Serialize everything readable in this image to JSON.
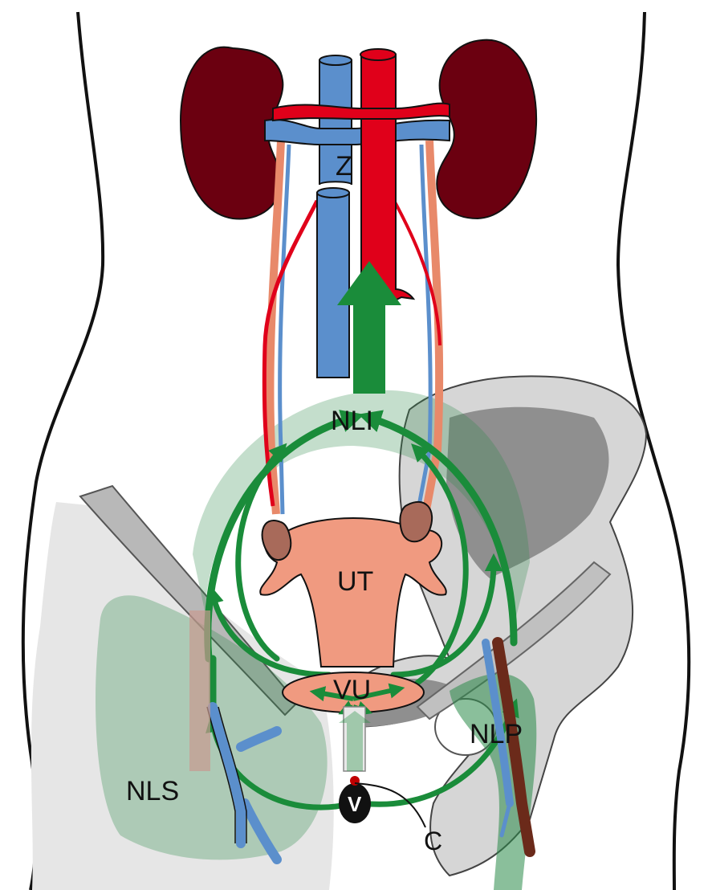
{
  "labels": {
    "z": "Z",
    "nli": "NLI",
    "ut": "UT",
    "vu": "VU",
    "nlp": "NLP",
    "nls": "NLS",
    "v": "V",
    "c": "C"
  },
  "colors": {
    "kidney": "#6b0010",
    "artery": "#e0001a",
    "vein": "#5b8fcc",
    "ovarian_vessel": "#e8896a",
    "uterus": "#f09a80",
    "ovary": "#a86a5a",
    "lymph_flow": "#1a8c3a",
    "lymph_zone": "#2a8a48",
    "pelvis_bone": "#8f8f8f",
    "pelvis_light": "#d6d6d6",
    "thigh_shade": "#e6e6e6",
    "outline": "#111111"
  }
}
